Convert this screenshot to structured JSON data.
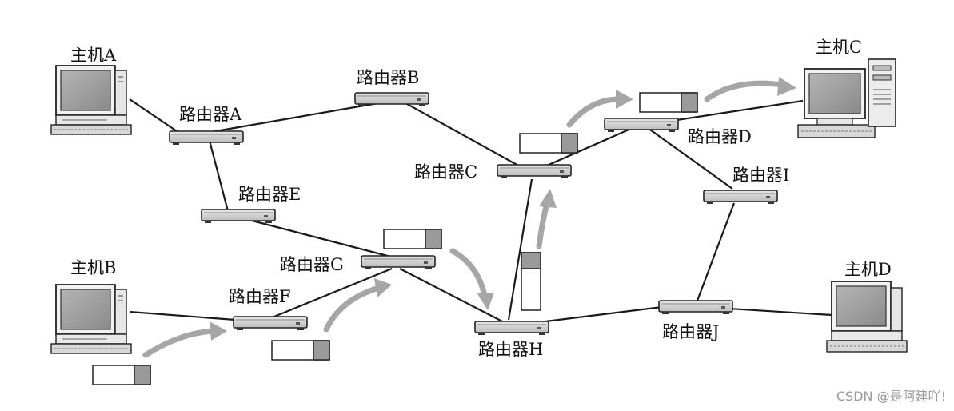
{
  "hosts": {
    "a": {
      "label": "主机A"
    },
    "b": {
      "label": "主机B"
    },
    "c": {
      "label": "主机C"
    },
    "d": {
      "label": "主机D"
    }
  },
  "routers": {
    "a": {
      "label": "路由器A"
    },
    "b": {
      "label": "路由器B"
    },
    "c": {
      "label": "路由器C"
    },
    "d": {
      "label": "路由器D"
    },
    "e": {
      "label": "路由器E"
    },
    "f": {
      "label": "路由器F"
    },
    "g": {
      "label": "路由器G"
    },
    "h": {
      "label": "路由器H"
    },
    "i": {
      "label": "路由器I"
    },
    "j": {
      "label": "路由器J"
    }
  },
  "connections": [
    [
      "主机A",
      "路由器A"
    ],
    [
      "路由器A",
      "路由器B"
    ],
    [
      "路由器A",
      "路由器E"
    ],
    [
      "路由器B",
      "路由器C"
    ],
    [
      "路由器C",
      "路由器D"
    ],
    [
      "路由器C",
      "路由器H"
    ],
    [
      "路由器D",
      "主机C"
    ],
    [
      "路由器D",
      "路由器I"
    ],
    [
      "路由器E",
      "路由器G"
    ],
    [
      "路由器G",
      "路由器F"
    ],
    [
      "路由器G",
      "路由器H"
    ],
    [
      "路由器F",
      "主机B"
    ],
    [
      "路由器H",
      "路由器J"
    ],
    [
      "路由器I",
      "路由器J"
    ],
    [
      "路由器J",
      "主机D"
    ]
  ],
  "packet_route": [
    "主机B",
    "路由器F",
    "路由器G",
    "路由器H",
    "路由器C",
    "路由器D",
    "主机C"
  ],
  "colors": {
    "device_body": "#d0d0d0",
    "screen": "#9a9a9a",
    "flow_arrow": "#a6a6a6",
    "packet_header": "#9a9a9a"
  },
  "watermark": "CSDN @是阿建吖!"
}
